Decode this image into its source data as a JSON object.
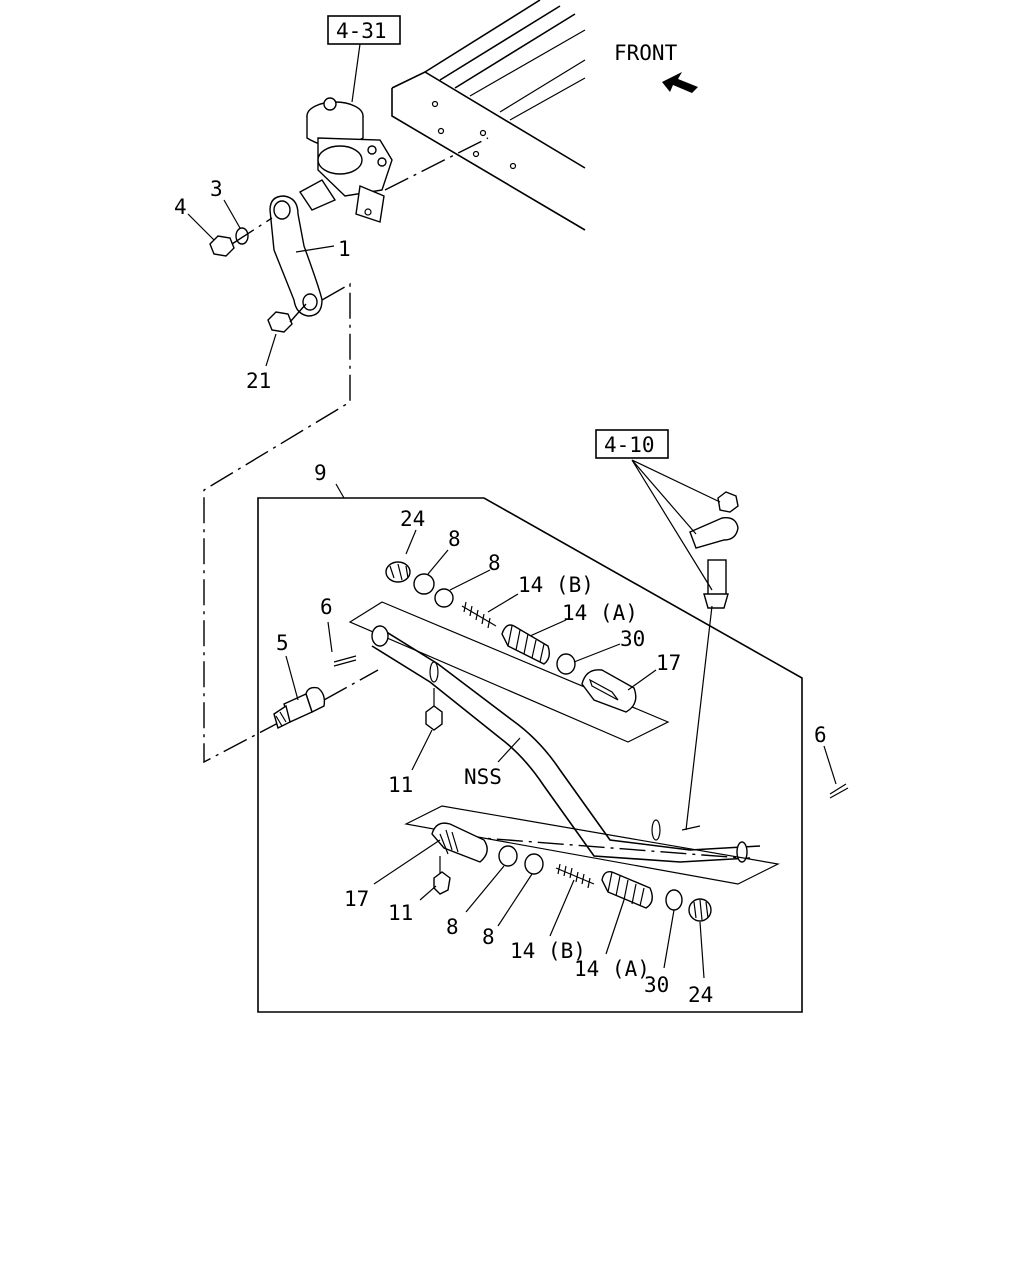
{
  "refs": {
    "r_4_31": "4-31",
    "r_4_10": "4-10"
  },
  "front_label": "FRONT",
  "callouts": {
    "c1": "1",
    "c3": "3",
    "c4": "4",
    "c21": "21",
    "c9": "9",
    "c24a": "24",
    "c8a": "8",
    "c8b": "8",
    "c14Ba": "14 (B)",
    "c14Aa": "14 (A)",
    "c30a": "30",
    "c17a": "17",
    "c6a": "6",
    "c5": "5",
    "c11a": "11",
    "cNSS": "NSS",
    "c6b": "6",
    "c17b": "17",
    "c11b": "11",
    "c8c": "8",
    "c8d": "8",
    "c14Bb": "14 (B)",
    "c14Ab": "14 (A)",
    "c30b": "30",
    "c24b": "24"
  }
}
